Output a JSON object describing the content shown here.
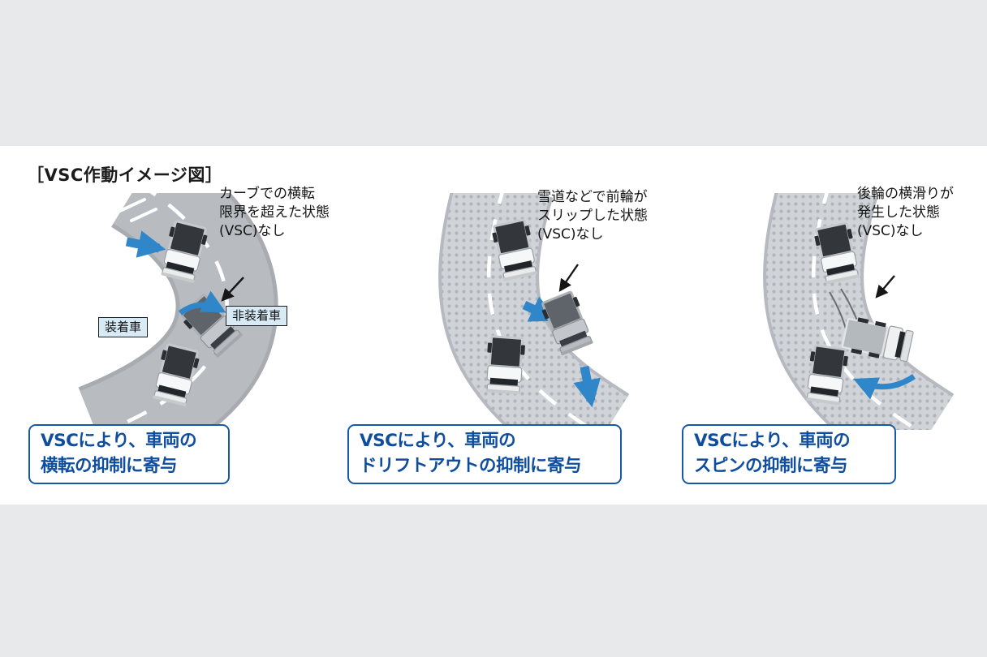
{
  "title": "［VSC作動イメージ図］",
  "panels": [
    {
      "name": "rollover",
      "annotation": "カーブでの横転\n限界を超えた状態\n(VSC)なし",
      "tag_equipped": "装着車",
      "tag_non_equipped": "非装着車",
      "caption": "VSCにより、車両の\n横転の抑制に寄与"
    },
    {
      "name": "drift-out",
      "annotation": "雪道などで前輪が\nスリップした状態\n(VSC)なし",
      "caption": "VSCにより、車両の\nドリフトアウトの抑制に寄与"
    },
    {
      "name": "spin",
      "annotation": "後輪の横滑りが\n発生した状態\n(VSC)なし",
      "caption": "VSCにより、車両の\nスピンの抑制に寄与"
    }
  ],
  "icons": {
    "annotation-arrow": "thin black pointer arrow",
    "force-arrow": "thick blue straight arrow",
    "rollover-arc-arrow": "curved blue arrow",
    "spin-arc-arrow": "curved blue arrow"
  },
  "colors": {
    "background": "#e8e9eb",
    "panel_background": "#ffffff",
    "road_gray": "#b8bcc1",
    "snow_road_base": "#d0d3d7",
    "snow_road_dot": "#b1b5ba",
    "arrow_blue": "#2f86c9",
    "caption_blue": "#0f4e9e",
    "tag_background": "#d9eaf7"
  }
}
